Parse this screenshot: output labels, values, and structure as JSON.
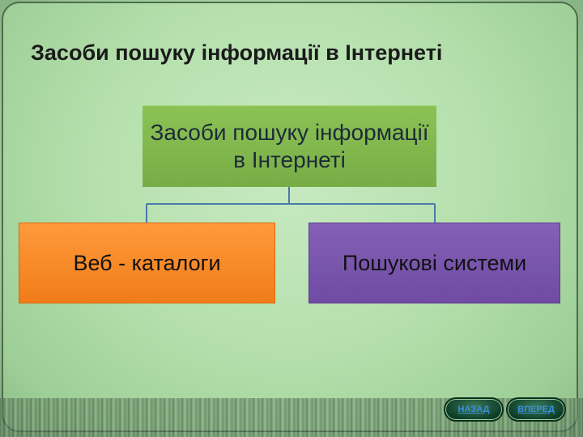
{
  "slide": {
    "title": "Засоби пошуку інформації в Інтернеті"
  },
  "diagram": {
    "root": "Засоби пошуку інформації в Інтернеті",
    "children": [
      {
        "label": "Веб - каталоги",
        "color": "#f58a22"
      },
      {
        "label": "Пошукові системи",
        "color": "#7b55ad"
      }
    ],
    "root_color": "#82b94e",
    "connector_color": "#4a7aa8"
  },
  "navigation": {
    "back_label": "НАЗАД",
    "next_label": "ВПЕРЕД"
  }
}
